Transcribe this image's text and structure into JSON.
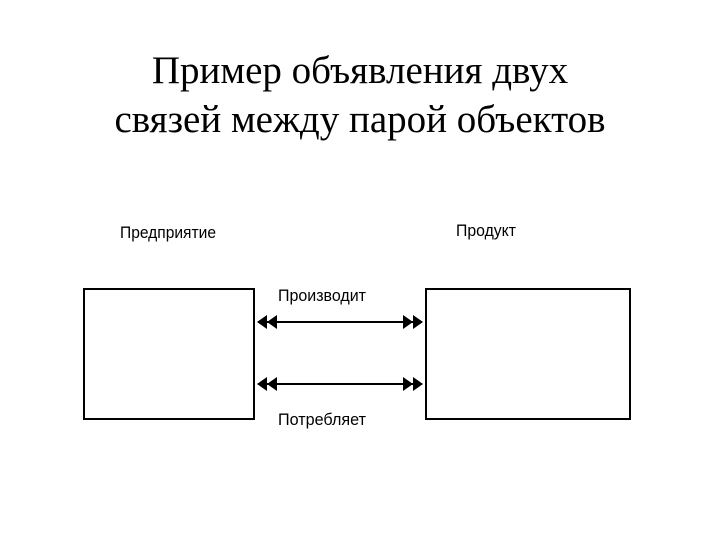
{
  "title": {
    "line1": "Пример объявления двух",
    "line2": "связей между парой объектов"
  },
  "diagram": {
    "entities": [
      {
        "label": "Предприятие"
      },
      {
        "label": "Продукт"
      }
    ],
    "relationships": [
      {
        "label": "Производит",
        "cardinality": "many-to-many"
      },
      {
        "label": "Потребляет",
        "cardinality": "many-to-many"
      }
    ],
    "line_color": "#000000"
  }
}
